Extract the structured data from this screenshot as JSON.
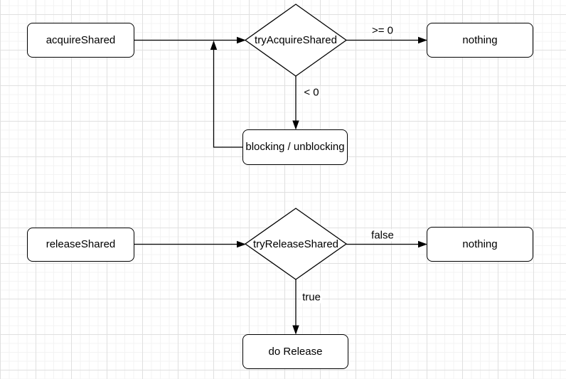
{
  "diagram": {
    "nodes": {
      "acquire_shared": {
        "label": "acquireShared",
        "type": "process"
      },
      "try_acquire_shared": {
        "label": "tryAcquireShared",
        "type": "decision"
      },
      "nothing_top": {
        "label": "nothing",
        "type": "process"
      },
      "blocking_unblocking": {
        "label": "blocking / unblocking",
        "type": "process"
      },
      "release_shared": {
        "label": "releaseShared",
        "type": "process"
      },
      "try_release_shared": {
        "label": "tryReleaseShared",
        "type": "decision"
      },
      "nothing_bottom": {
        "label": "nothing",
        "type": "process"
      },
      "do_release": {
        "label": "do Release",
        "type": "process"
      }
    },
    "edges": [
      {
        "from": "acquireShared",
        "to": "tryAcquireShared",
        "label": ""
      },
      {
        "from": "tryAcquireShared",
        "to": "nothing (top)",
        "label": ">= 0"
      },
      {
        "from": "tryAcquireShared",
        "to": "blocking / unblocking",
        "label": "< 0"
      },
      {
        "from": "blocking / unblocking",
        "to": "tryAcquireShared",
        "label": ""
      },
      {
        "from": "releaseShared",
        "to": "tryReleaseShared",
        "label": ""
      },
      {
        "from": "tryReleaseShared",
        "to": "nothing (bottom)",
        "label": "false"
      },
      {
        "from": "tryReleaseShared",
        "to": "do Release",
        "label": "true"
      }
    ],
    "colors": {
      "stroke": "#000000",
      "text": "#000000",
      "node_fill": "#ffffff",
      "background": "#ffffff",
      "grid_minor": "#f3f3f3",
      "grid_major": "#e0e0e0"
    }
  }
}
